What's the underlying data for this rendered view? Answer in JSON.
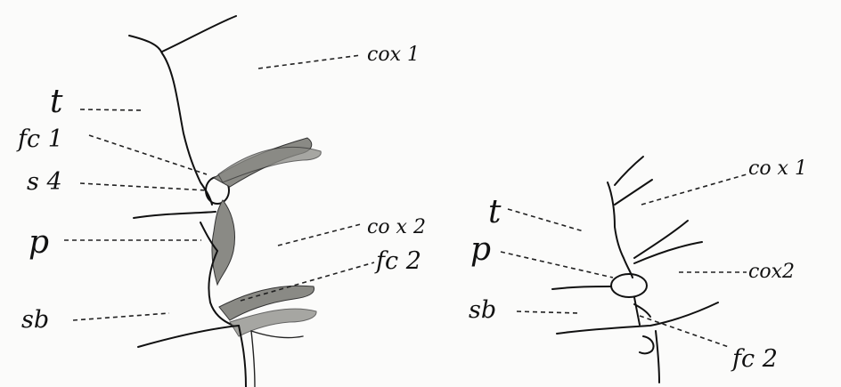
{
  "figure_left": {
    "labels": {
      "cox1": "cox 1",
      "t": "t",
      "fc1": "fc 1",
      "s4": "s 4",
      "cox2": "co x 2",
      "p": "p",
      "fc2": "fc 2",
      "sb": "sb"
    }
  },
  "figure_right": {
    "labels": {
      "cox1": "co x 1",
      "t": "t",
      "p": "p",
      "cox2": "cox2",
      "sb": "sb",
      "fc2": "fc 2"
    }
  }
}
